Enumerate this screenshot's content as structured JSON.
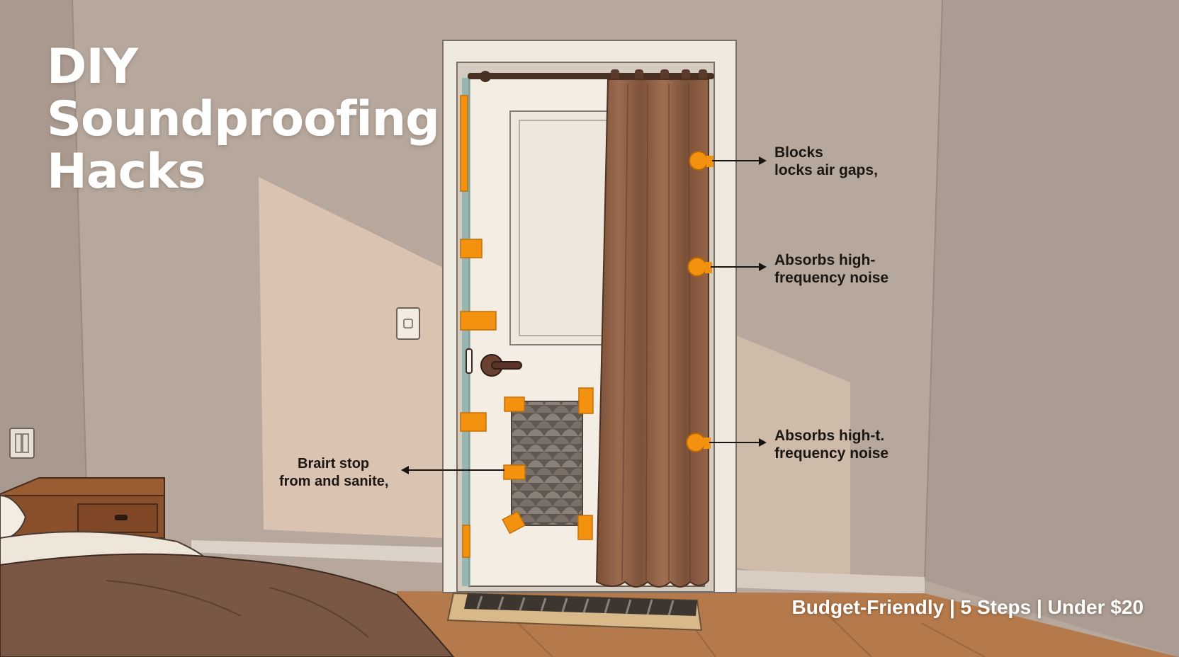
{
  "title": {
    "line1": "DIY",
    "line2": "Soundproofing",
    "line3": "Hacks"
  },
  "callouts": [
    {
      "line1": "Blocks",
      "line2": "locks air gaps,"
    },
    {
      "line1": "Absorbs high-",
      "line2": "frequency noise"
    },
    {
      "line1": "Absorbs high-t.",
      "line2": "frequency noise"
    },
    {
      "line1": "Brairt stop",
      "line2": "from and sanite,"
    }
  ],
  "footer": {
    "tagline": "Budget-Friendly | 5 Steps | Under $20"
  },
  "colors": {
    "wall": "#b8aa9f",
    "accent_orange": "#f2920f",
    "curtain": "#8a5d43",
    "door": "#f3ede3",
    "floor": "#b5764a",
    "blanket": "#7a5645",
    "foam": "#6f665e"
  }
}
